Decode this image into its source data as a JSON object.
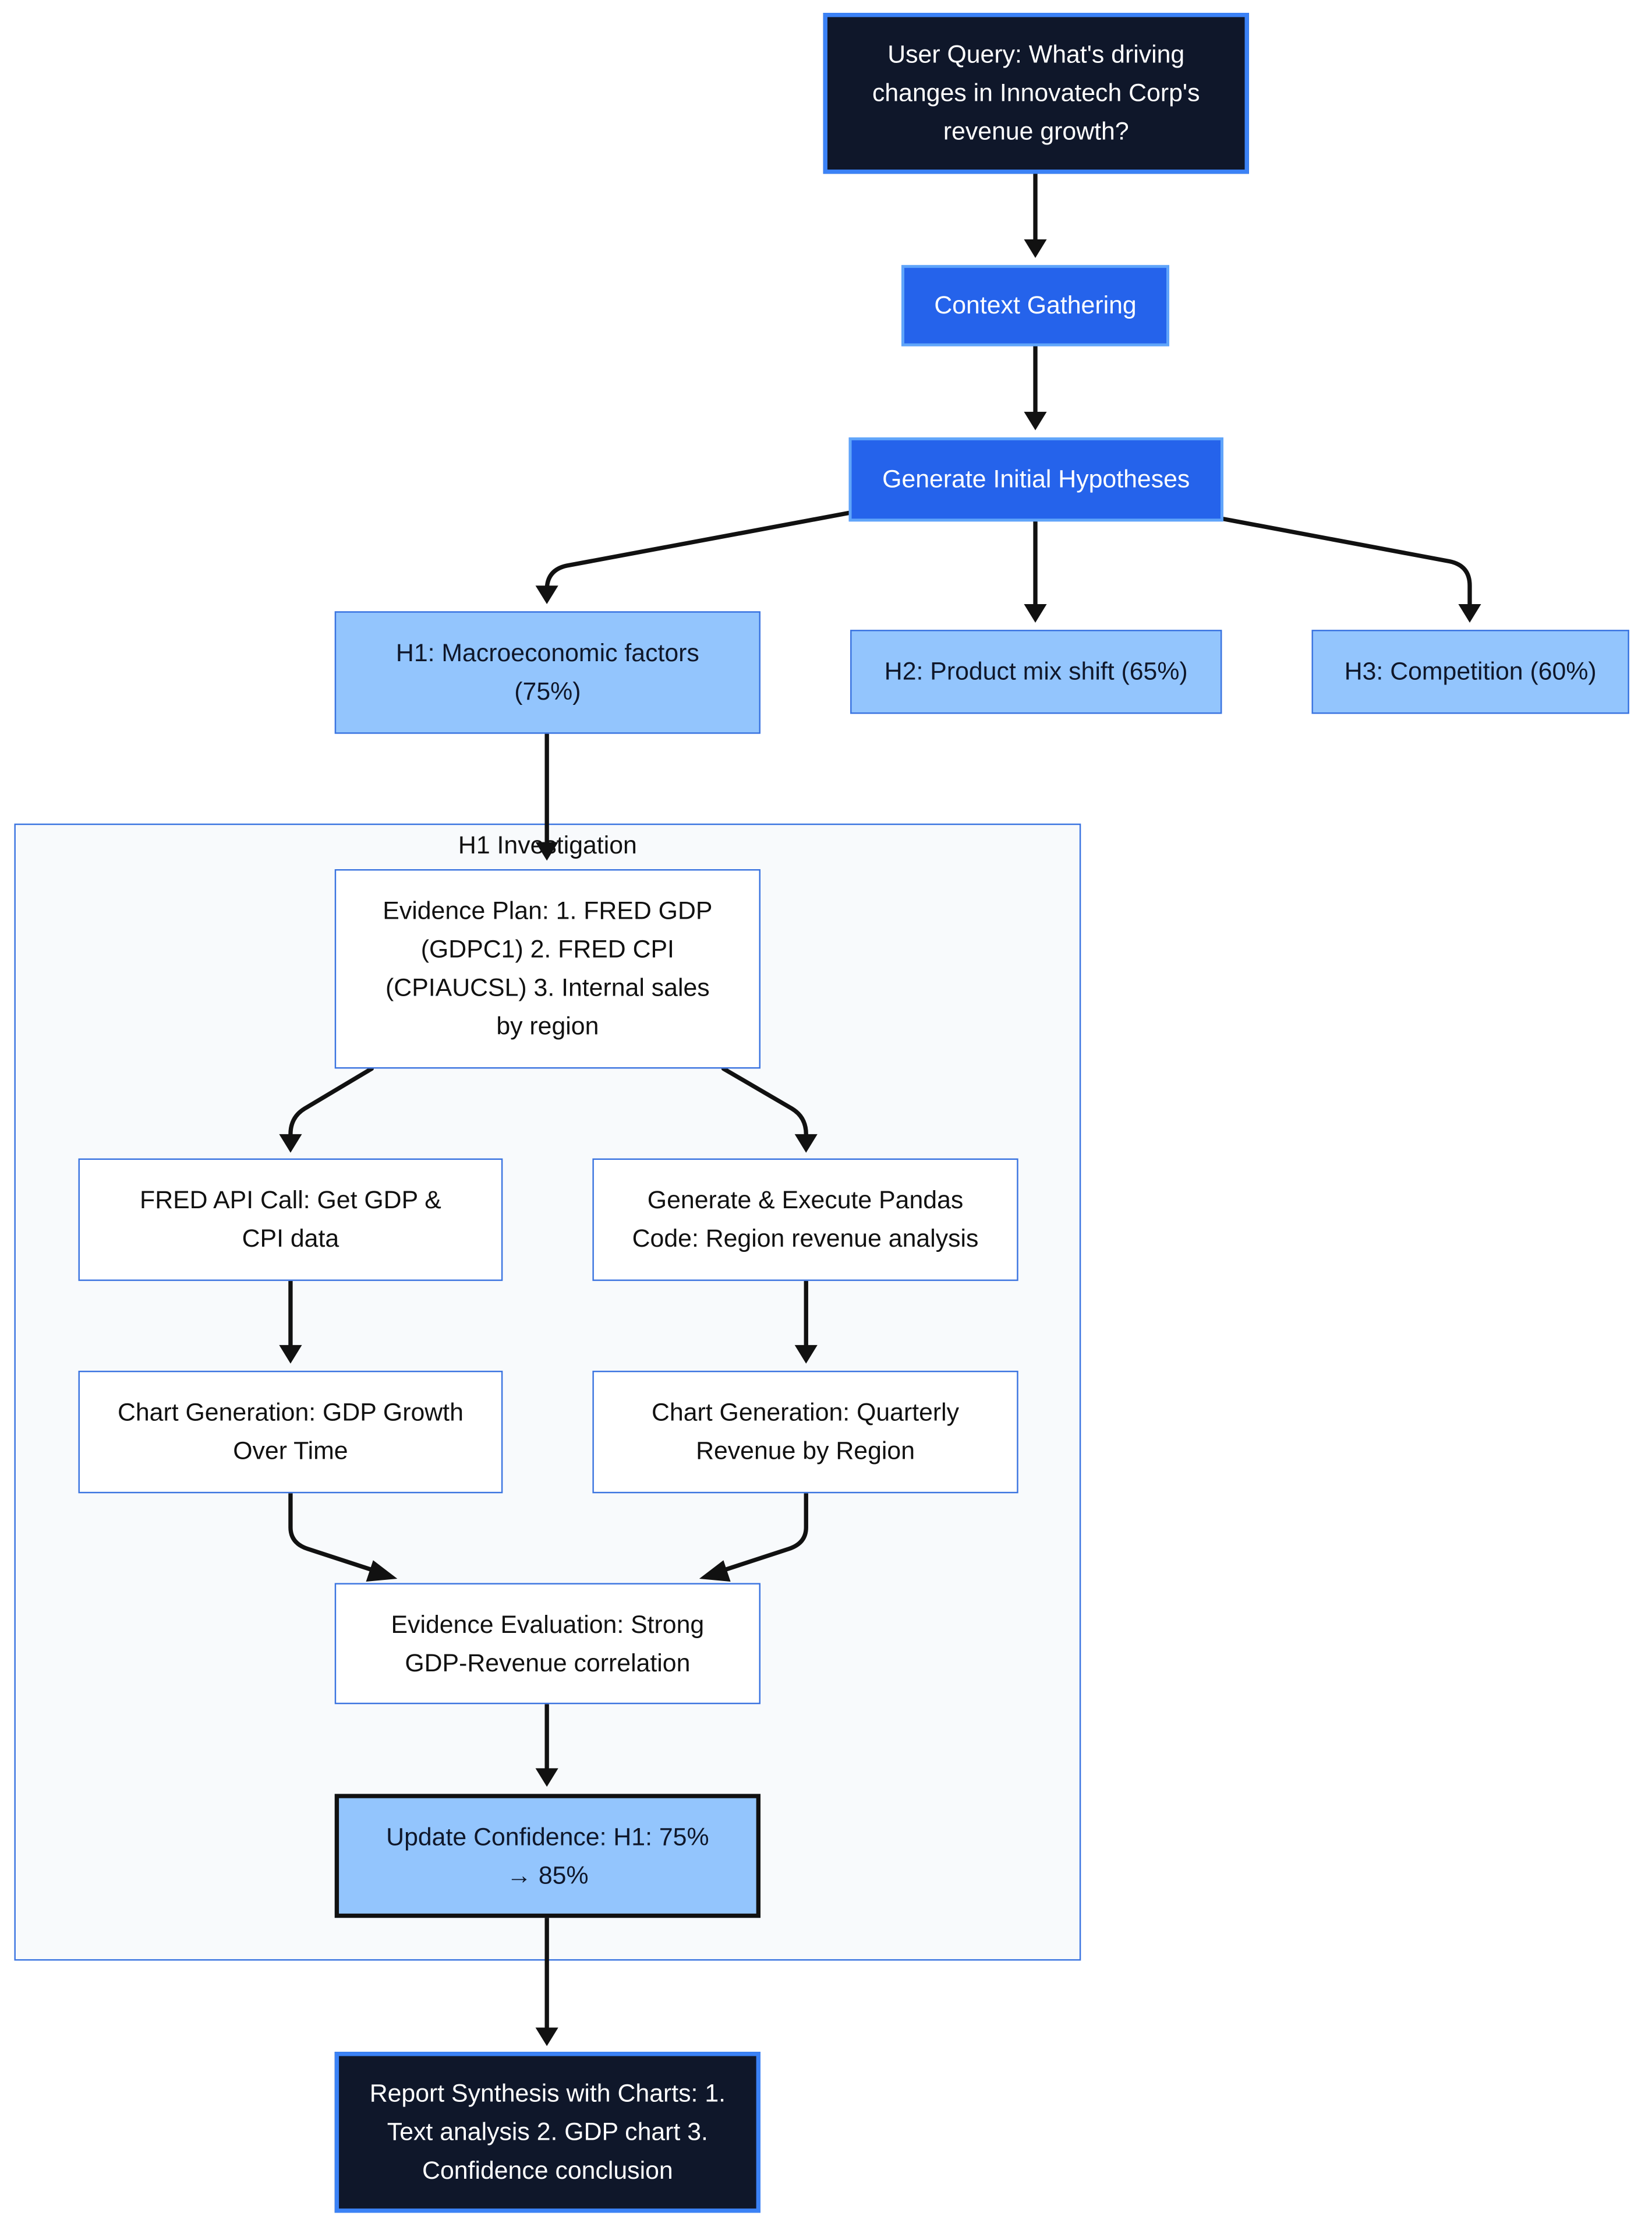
{
  "diagram": {
    "nodes": {
      "user_query": "User Query: What's driving changes in Innovatech Corp's revenue growth?",
      "context_gathering": "Context Gathering",
      "generate_hypotheses": "Generate Initial Hypotheses",
      "h1": "H1: Macroeconomic factors (75%)",
      "h2": "H2: Product mix shift (65%)",
      "h3": "H3: Competition (60%)",
      "evidence_plan": "Evidence Plan: 1. FRED GDP (GDPC1) 2. FRED CPI (CPIAUCSL) 3. Internal sales by region",
      "fred_api_call": "FRED API Call: Get GDP & CPI data",
      "pandas_code": "Generate & Execute Pandas Code: Region revenue analysis",
      "chart_gdp": "Chart Generation: GDP Growth Over Time",
      "chart_revenue": "Chart Generation: Quarterly Revenue by Region",
      "evidence_evaluation": "Evidence Evaluation: Strong GDP-Revenue correlation",
      "update_confidence": "Update Confidence: H1: 75% → 85%",
      "report_synthesis": "Report Synthesis with Charts: 1. Text analysis 2. GDP chart 3. Confidence conclusion"
    },
    "clusters": {
      "h1_investigation": "H1 Investigation"
    },
    "colors": {
      "dark_fill": "#0f172a",
      "primary_fill": "#2563eb",
      "light_fill": "#93c5fd",
      "border_blue": "#3b74e0",
      "cluster_fill": "#f8fafc",
      "edge": "#111111"
    }
  }
}
